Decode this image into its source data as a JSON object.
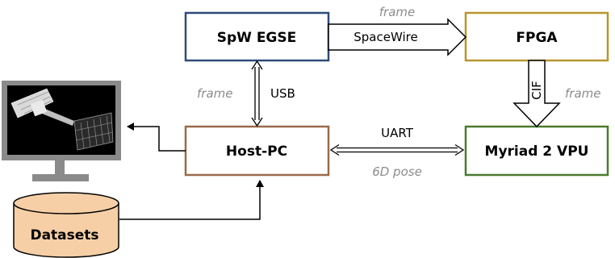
{
  "nodes": {
    "spw_egse": "SpW EGSE",
    "fpga": "FPGA",
    "host_pc": "Host-PC",
    "myriad": "Myriad 2 VPU",
    "datasets": "Datasets"
  },
  "connections": {
    "spacewire": "SpaceWire",
    "usb": "USB",
    "cif": "CIF",
    "uart": "UART"
  },
  "annotations": {
    "frame_top": "frame",
    "frame_left": "frame",
    "frame_right": "frame",
    "pose": "6D pose"
  },
  "colors": {
    "spw_egse_border": "#2e4a7a",
    "fpga_border": "#b8962e",
    "host_pc_border": "#9a6a4a",
    "myriad_border": "#4a7a2e",
    "datasets_fill": "#f6cfa7",
    "annotation_text": "#8c8c8c"
  },
  "icons": {
    "monitor": "monitor-icon",
    "satellite": "satellite-image",
    "database": "database-icon"
  }
}
